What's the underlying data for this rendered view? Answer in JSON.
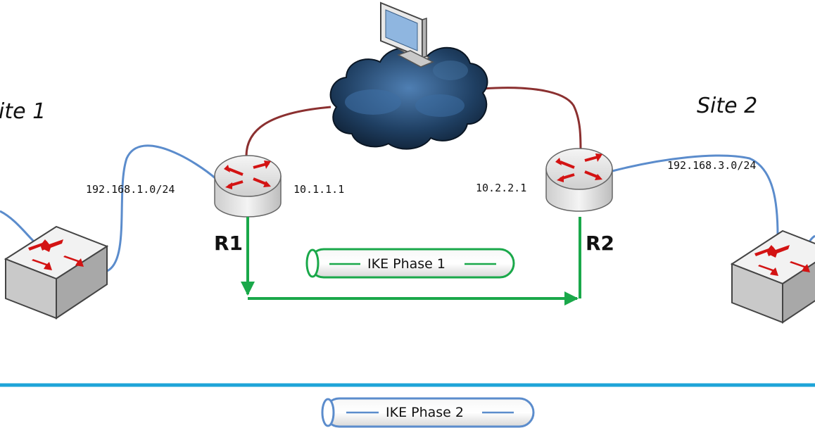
{
  "diagram": {
    "site_left": "ite 1",
    "site_right": "Site 2",
    "net_left": "192.168.1.0/24",
    "net_right": "192.168.3.0/24",
    "r1_ip": "10.1.1.1",
    "r2_ip": "10.2.2.1",
    "r1_name": "R1",
    "r2_name": "R2",
    "tunnel_1": "IKE Phase 1",
    "tunnel_2": "IKE Phase 2",
    "colors": {
      "lan_link": "#5b8ccc",
      "wan_link": "#8b3030",
      "phase1_green": "#1aa84a",
      "phase2_divider": "#1ea4d8",
      "arrow_red": "#d31313",
      "cloud": "#1e3a58"
    },
    "icons": [
      "router-icon",
      "switch-icon",
      "cloud-icon",
      "computer-icon"
    ]
  }
}
